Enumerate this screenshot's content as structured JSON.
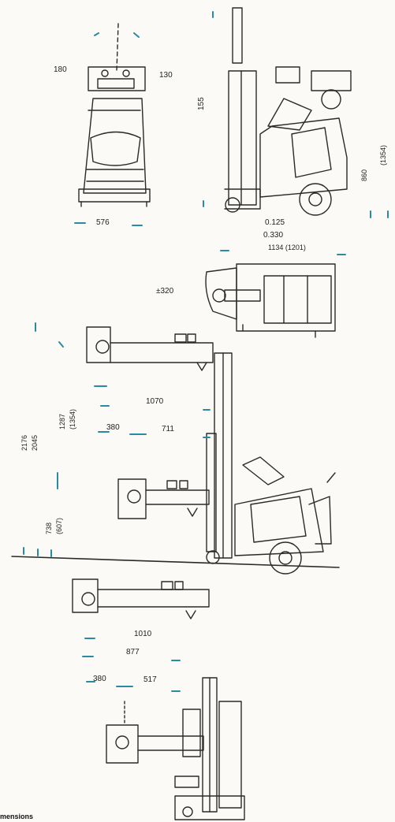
{
  "views": {
    "front": {
      "dim_left": "180",
      "dim_right": "130",
      "dim_width": "576"
    },
    "side": {
      "dim_height": "155",
      "dim_a": "0.125",
      "dim_b": "0.330",
      "dim_length": "1134 (1201)",
      "dim_r1": "(1354)",
      "dim_r2": "860"
    },
    "top": {
      "dim_width": "±320"
    },
    "reach": {
      "dim_1070": "1070",
      "dim_1287": "1287",
      "dim_1354": "(1354)",
      "dim_380": "380",
      "dim_711": "711",
      "dim_2176": "2176",
      "dim_2045": "2045",
      "dim_738": "738",
      "dim_607": "(607)"
    },
    "lower": {
      "dim_top": "1010",
      "dim_877": "877",
      "dim_380": "380",
      "dim_517": "517"
    }
  },
  "caption": "mensions"
}
